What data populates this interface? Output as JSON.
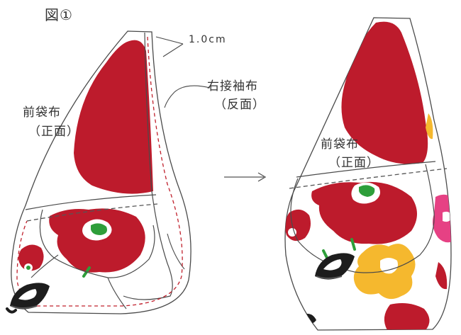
{
  "figure_label": "図①",
  "seam_allowance": "1.0cm",
  "right_bag_fabric": {
    "line1": "右接袖布",
    "line2": "（反面）"
  },
  "left_front_bag": {
    "line1": "前袋布",
    "line2": "（正面）"
  },
  "right_front_bag": {
    "line1": "前袋布",
    "line2": "（正面）"
  },
  "colors": {
    "outline": "#4a4a4a",
    "poppy_red": "#bd1b2c",
    "leaf_green": "#2e9e3a",
    "flower_yellow": "#f5b82e",
    "flower_pink": "#e64184",
    "seam_red": "#c0202c",
    "iron_black": "#1d1d1d"
  },
  "icons": [
    "iron-icon",
    "arrow-icon"
  ]
}
